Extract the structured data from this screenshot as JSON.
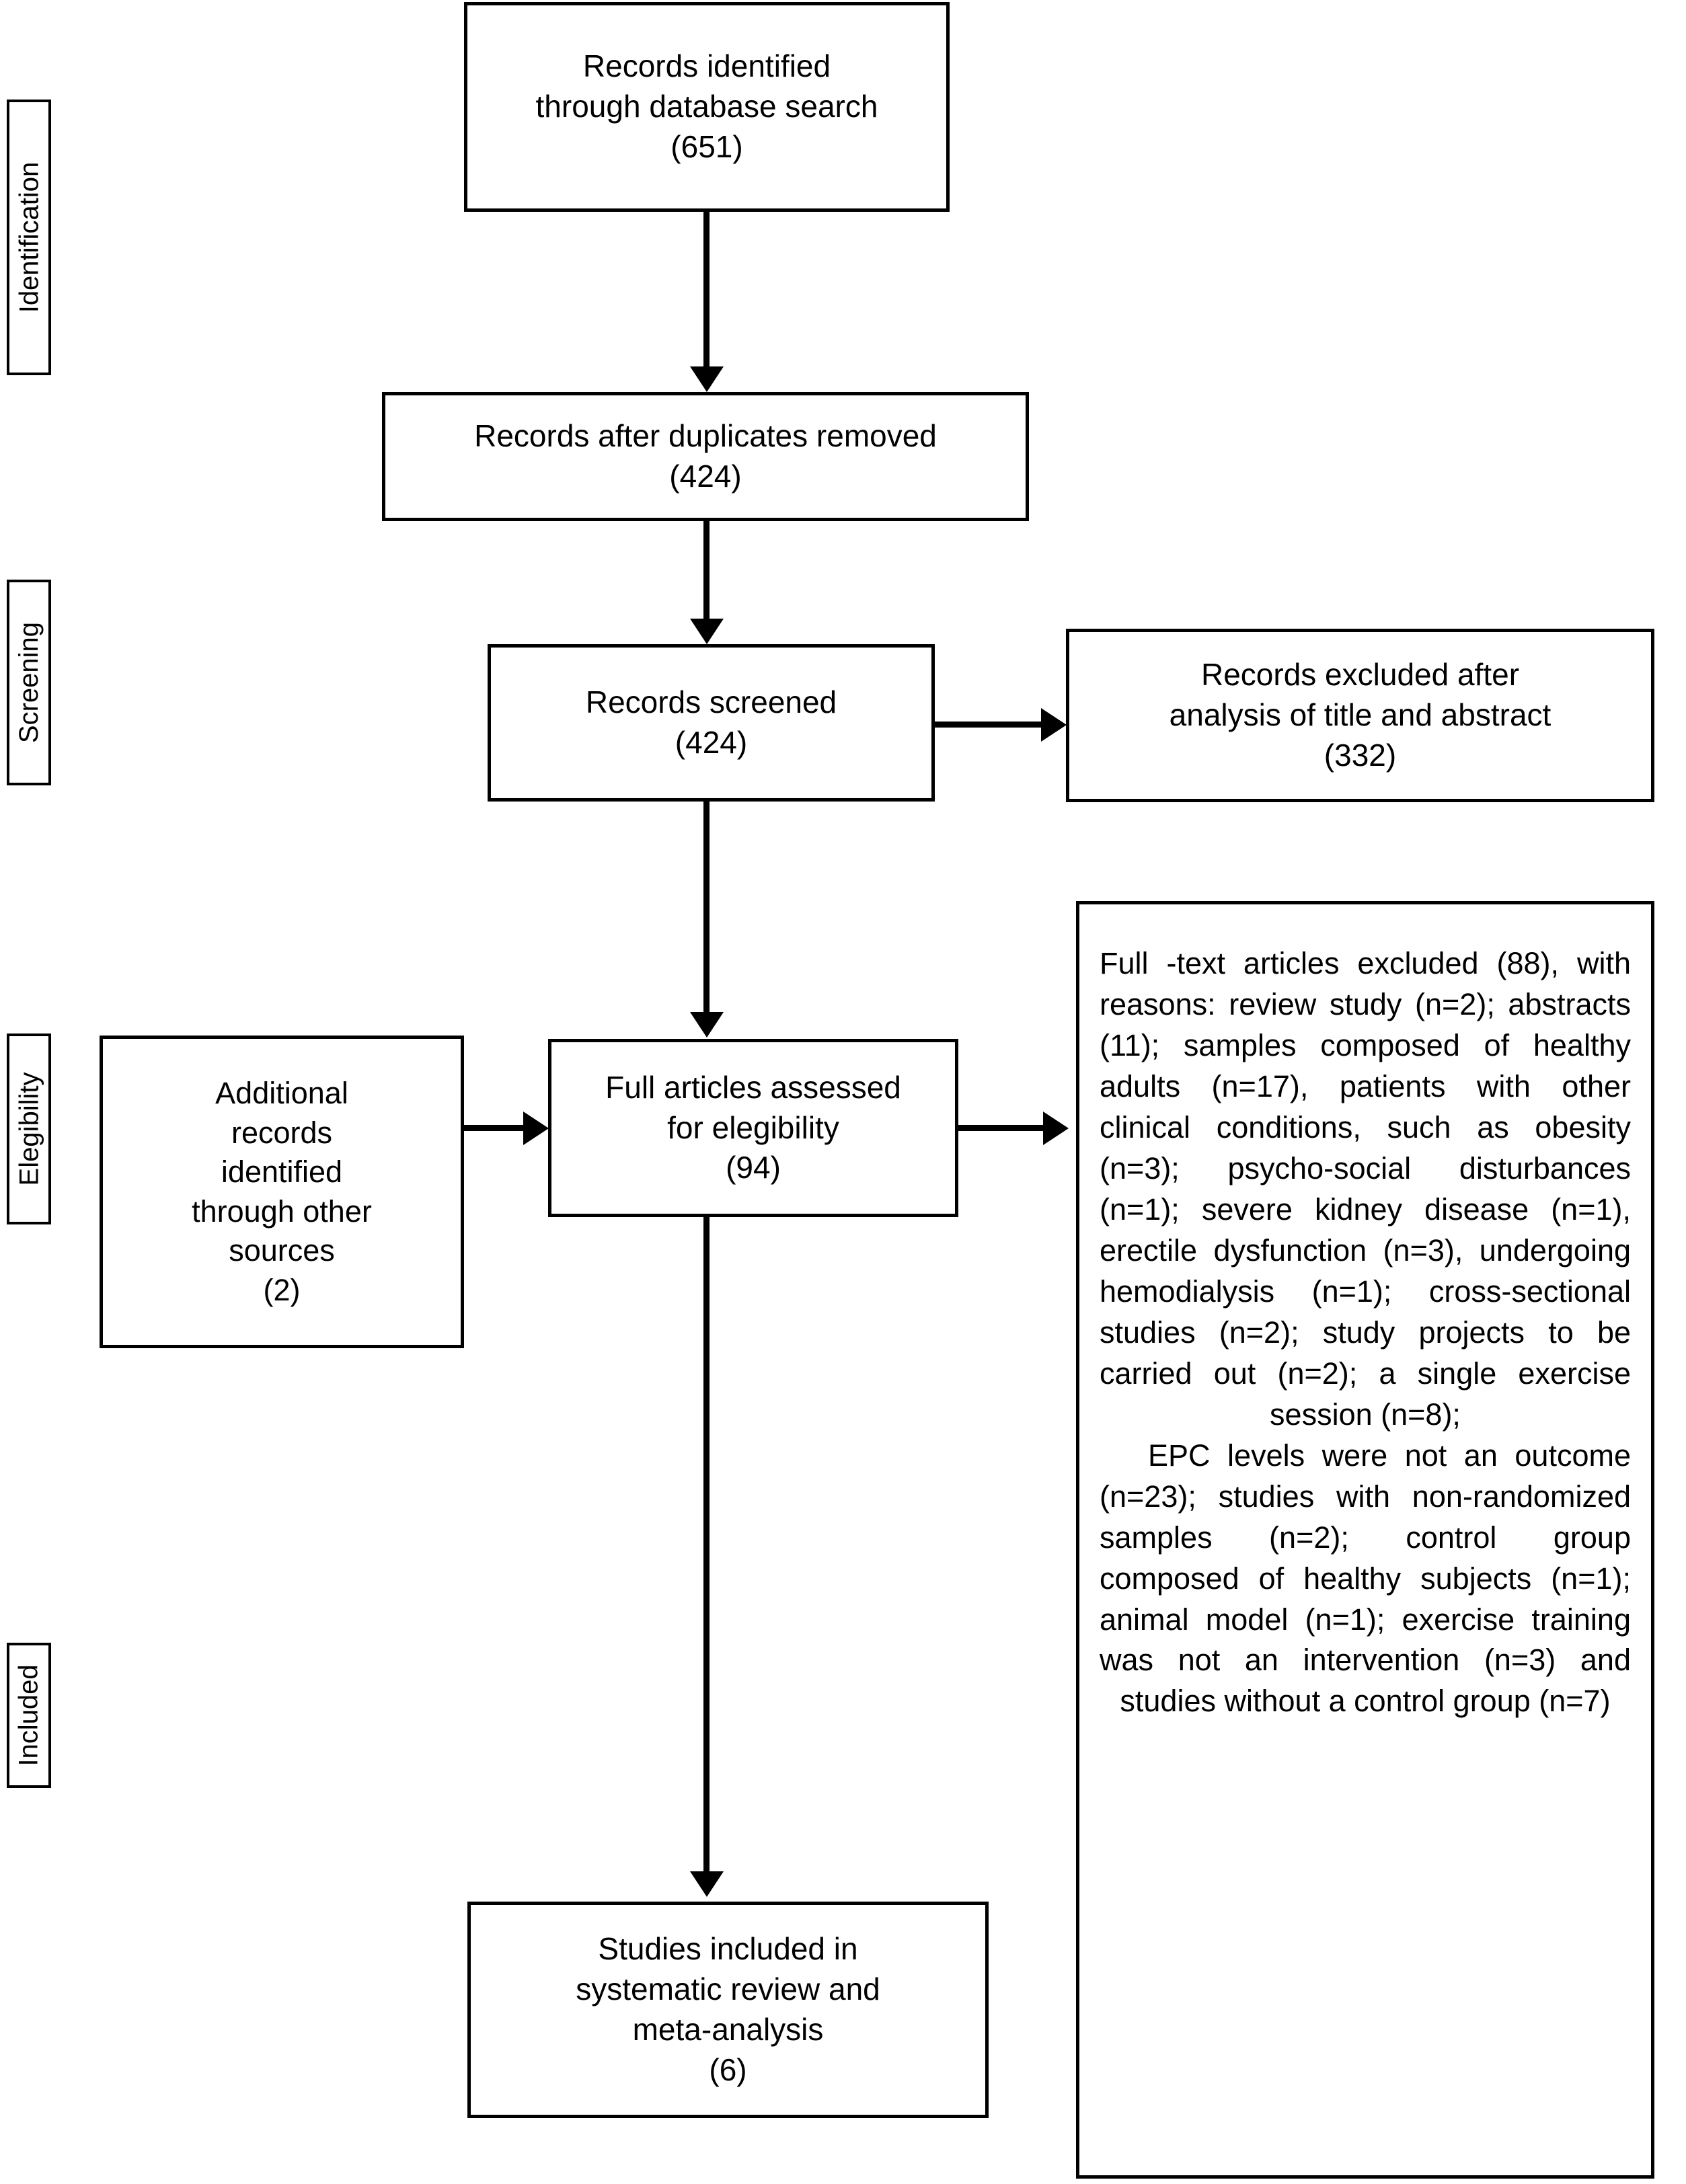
{
  "diagram": {
    "type": "prisma-flow-diagram",
    "stages": [
      {
        "id": "identification",
        "label": "Identification"
      },
      {
        "id": "screening",
        "label": "Screening"
      },
      {
        "id": "eligibility",
        "label": "Elegibility"
      },
      {
        "id": "included",
        "label": "Included"
      }
    ],
    "boxes": {
      "records_identified": {
        "line1": "Records identified",
        "line2": "through database search",
        "count": "(651)"
      },
      "duplicates_removed": {
        "line1": "Records after duplicates removed",
        "count": "(424)"
      },
      "records_screened": {
        "line1": "Records screened",
        "count": "(424)"
      },
      "records_excluded": {
        "line1": "Records excluded after",
        "line2": "analysis of title and abstract",
        "count": "(332)"
      },
      "additional_records": {
        "line1": "Additional",
        "line2": "records",
        "line3": "identified",
        "line4": "through other",
        "line5": "sources",
        "count": "(2)"
      },
      "full_articles_assessed": {
        "line1": "Full articles assessed",
        "line2": "for elegibility",
        "count": "(94)"
      },
      "studies_included": {
        "line1": "Studies included in",
        "line2": "systematic review and",
        "line3": "meta-analysis",
        "count": "(6)"
      },
      "exclusion_reasons": {
        "paragraph1": "Full -text articles excluded (88), with reasons: review study (n=2); abstracts (11); samples composed of healthy adults (n=17), patients with other clinical conditions, such as obesity (n=3); psycho-social disturbances (n=1); severe kidney disease (n=1), erectile dysfunction (n=3), undergoing hemodialysis (n=1); cross-sectional studies (n=2); study projects to be carried out (n=2); a single exercise session (n=8);",
        "paragraph2": "EPC levels were not an outcome (n=23); studies with non-randomized samples (n=2); control group composed of healthy subjects (n=1); animal model (n=1); exercise training was not an intervention (n=3) and studies without a control group (n=7)"
      }
    },
    "colors": {
      "stroke": "#000000",
      "fill": "#ffffff",
      "text": "#000000"
    }
  }
}
